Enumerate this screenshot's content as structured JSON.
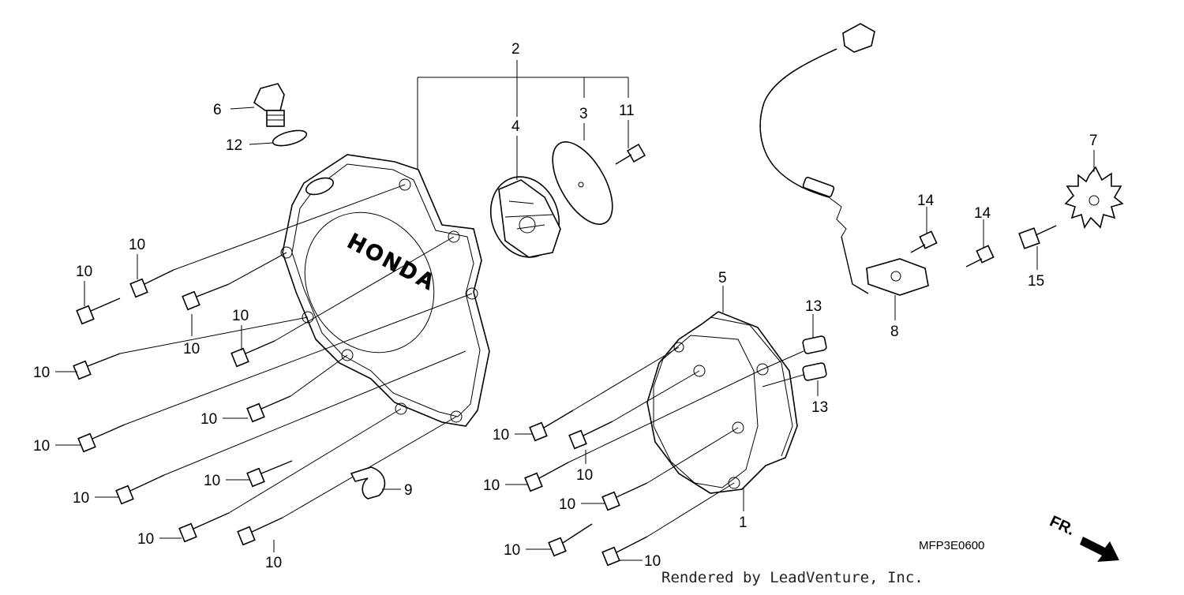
{
  "diagram": {
    "labels": {
      "p1": "1",
      "p2": "2",
      "p3": "3",
      "p4": "4",
      "p5": "5",
      "p6": "6",
      "p7": "7",
      "p8": "8",
      "p9": "9",
      "p11": "11",
      "p12": "12",
      "p13": "13",
      "p14": "14",
      "p15": "15",
      "p10": "10"
    },
    "cover_logo": "HONDA",
    "diagram_code": "MFP3E0600",
    "front_marker": "FR.",
    "credit": "Rendered by LeadVenture, Inc."
  }
}
